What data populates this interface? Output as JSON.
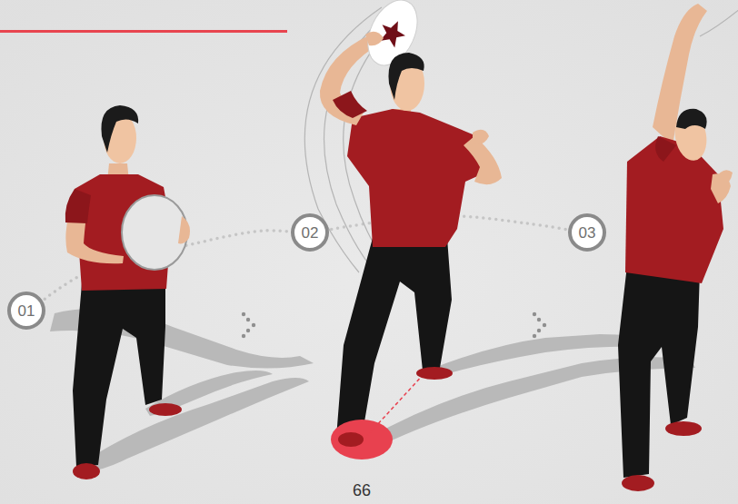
{
  "diagram": {
    "nodes": [
      {
        "text": [
          "01"
        ]
      },
      {
        "text": [
          "02"
        ]
      },
      {
        "text": [
          "03"
        ]
      }
    ],
    "edges": [
      {
        "from": 0,
        "to": 1,
        "arrow": "none"
      },
      {
        "from": 1,
        "to": 2,
        "arrow": "none"
      }
    ],
    "labels": [
      "66"
    ]
  }
}
